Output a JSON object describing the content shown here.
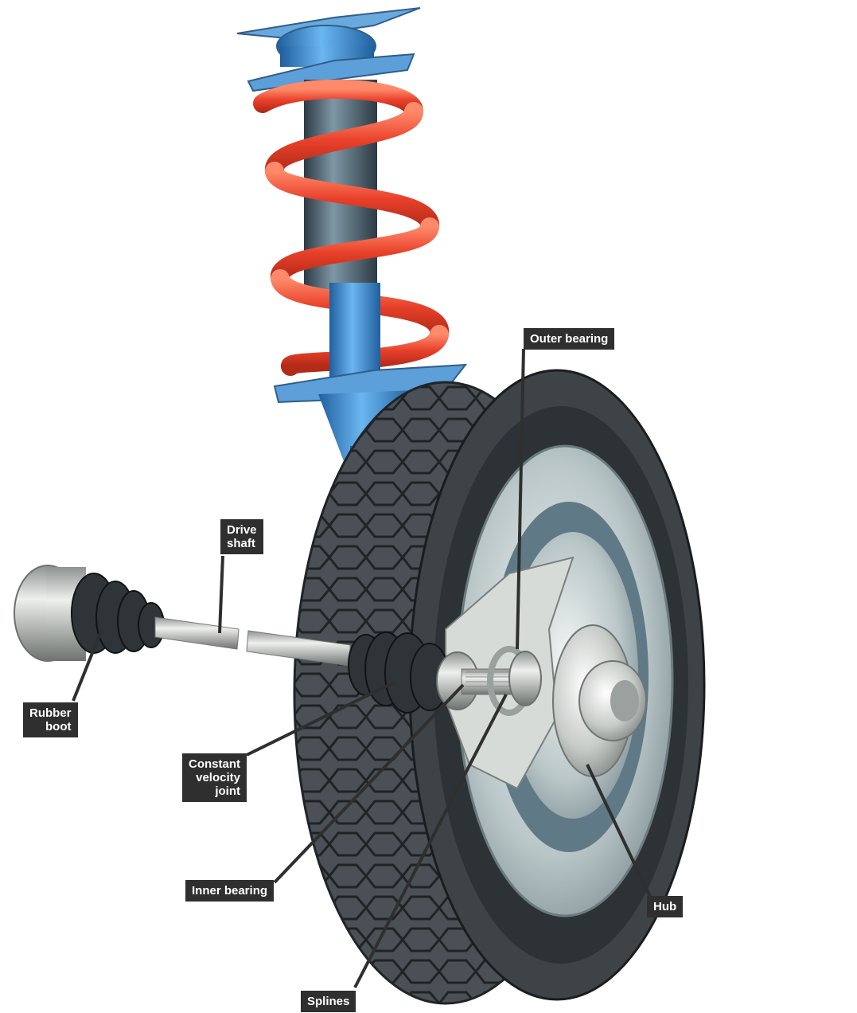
{
  "labels": {
    "outer_bearing": "Outer bearing",
    "drive_shaft": "Drive\nshaft",
    "rubber_boot": "Rubber\nboot",
    "cv_joint": "Constant\nvelocity\njoint",
    "inner_bearing": "Inner bearing",
    "hub": "Hub",
    "splines": "Splines"
  },
  "colors": {
    "label_bg": "#2f2f2f",
    "label_text": "#ffffff",
    "spring": "#e8402a",
    "strut": "#3d8fd6",
    "tyre": "#3e4348",
    "metal": "#c9ccc9"
  }
}
